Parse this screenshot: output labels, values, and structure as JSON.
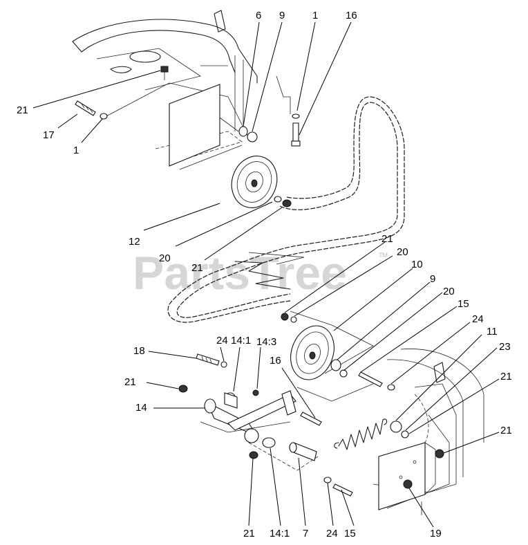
{
  "watermark": {
    "text": "PartsTree",
    "tm": "TM"
  },
  "callouts": [
    {
      "id": "c1",
      "text": "6"
    },
    {
      "id": "c2",
      "text": "9"
    },
    {
      "id": "c3",
      "text": "1"
    },
    {
      "id": "c4",
      "text": "16"
    },
    {
      "id": "c5",
      "text": "21"
    },
    {
      "id": "c6",
      "text": "17"
    },
    {
      "id": "c7",
      "text": "1"
    },
    {
      "id": "c8",
      "text": "12"
    },
    {
      "id": "c9",
      "text": "20"
    },
    {
      "id": "c10",
      "text": "21"
    },
    {
      "id": "c11",
      "text": "21"
    },
    {
      "id": "c12",
      "text": "20"
    },
    {
      "id": "c13",
      "text": "10"
    },
    {
      "id": "c14",
      "text": "9"
    },
    {
      "id": "c15",
      "text": "20"
    },
    {
      "id": "c16",
      "text": "15"
    },
    {
      "id": "c17",
      "text": "24"
    },
    {
      "id": "c18",
      "text": "11"
    },
    {
      "id": "c19",
      "text": "23"
    },
    {
      "id": "c20",
      "text": "21"
    },
    {
      "id": "c21",
      "text": "21"
    },
    {
      "id": "c22",
      "text": "18"
    },
    {
      "id": "c23",
      "text": "24"
    },
    {
      "id": "c24",
      "text": "14:1"
    },
    {
      "id": "c25",
      "text": "14:3"
    },
    {
      "id": "c26",
      "text": "16"
    },
    {
      "id": "c27",
      "text": "21"
    },
    {
      "id": "c28",
      "text": "14"
    },
    {
      "id": "c29",
      "text": "21"
    },
    {
      "id": "c30",
      "text": "14:1"
    },
    {
      "id": "c31",
      "text": "7"
    },
    {
      "id": "c32",
      "text": "24"
    },
    {
      "id": "c33",
      "text": "15"
    },
    {
      "id": "c34",
      "text": "19"
    }
  ]
}
